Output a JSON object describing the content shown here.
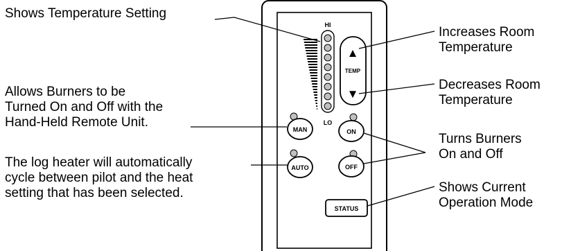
{
  "callouts": {
    "temp_setting": "Shows Temperature Setting",
    "manual": [
      "Allows Burners to be",
      "Turned On and Off with the",
      "Hand-Held Remote Unit."
    ],
    "auto": [
      "The log heater will automatically",
      "cycle between pilot and the heat",
      "setting that has been selected."
    ],
    "increase": [
      "Increases Room",
      "Temperature"
    ],
    "decrease": [
      "Decreases Room",
      "Temperature"
    ],
    "on_off": [
      "Turns Burners",
      "On and Off"
    ],
    "status": [
      "Shows Current",
      "Operation Mode"
    ]
  },
  "remote": {
    "hi_label": "HI",
    "lo_label": "LO",
    "temp_label": "TEMP",
    "man_label": "MAN",
    "auto_label": "AUTO",
    "on_label": "ON",
    "off_label": "OFF",
    "status_label": "STATUS",
    "up_arrow": "▲",
    "down_arrow": "▼",
    "led_count": 8,
    "led_color": "#c0c0c0"
  }
}
